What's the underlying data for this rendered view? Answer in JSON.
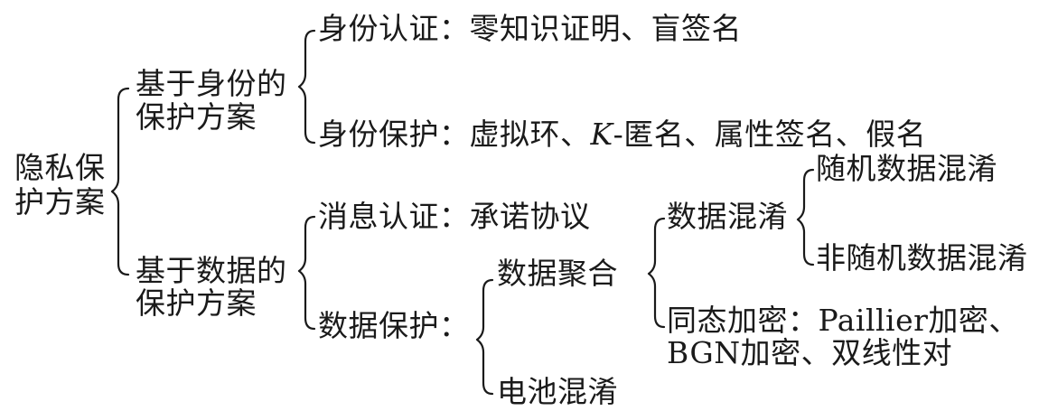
{
  "root": {
    "line1": "隐私保",
    "line2": "护方案"
  },
  "identity_scheme": {
    "line1": "基于身份的",
    "line2": "保护方案",
    "auth": {
      "label": "身份认证：",
      "value": "零知识证明、盲签名"
    },
    "protect": {
      "label": "身份保护：",
      "value_before": "虚拟环、",
      "k": "K",
      "value_after": "-匿名、属性签名、假名"
    }
  },
  "data_scheme": {
    "line1": "基于数据的",
    "line2": "保护方案",
    "msg_auth": {
      "label": "消息认证：",
      "value": "承诺协议"
    },
    "protect_label": "数据保护：",
    "aggregation": "数据聚合",
    "obfuscation": "数据混淆",
    "random_obf": "随机数据混淆",
    "nonrandom_obf": "非随机数据混淆",
    "homomorphic": {
      "line1": "同态加密：Paillier加密、",
      "line2": "BGN加密、双线性对"
    },
    "battery": "电池混淆"
  }
}
